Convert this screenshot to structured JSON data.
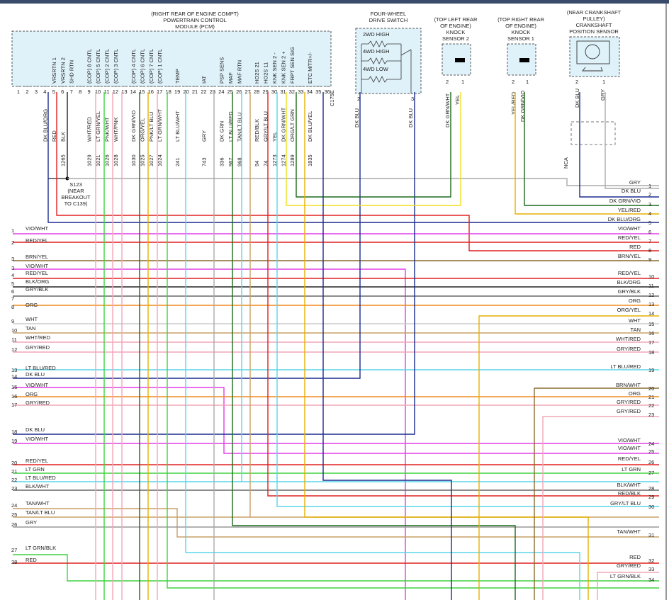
{
  "pcm": {
    "title_lines": [
      "(RIGHT REAR OF ENGINE COMPT)",
      "POWERTRAIN CONTROL",
      "MODULE (PCM)"
    ],
    "connector": "C175E",
    "pin_labels": [
      "VRSRTN 1",
      "VRSRTN 2",
      "SHD RTN",
      "(COP) 8 CNTL",
      "(COP) 5 CNTL",
      "(COP) 2 CNTL",
      "(COP) 3 CNTL",
      "(COP) 4 CNTL",
      "(COP) 6 CNTL",
      "(COP) 7 CNTL",
      "(COP) 1 CNTL",
      "TEMP",
      "IAT",
      "PSP SENS",
      "MAF",
      "MAF RTN",
      "HO2S 21",
      "HO2S 11",
      "KNK SEN 2 -",
      "KNK SEN 2 +",
      "FRPT SEN SIG",
      "ETC M/TR+/-"
    ],
    "pin_numbers": [
      "1",
      "2",
      "3",
      "4",
      "5",
      "6",
      "7",
      "8",
      "9",
      "10",
      "11",
      "12",
      "13",
      "14",
      "15",
      "16",
      "17",
      "18",
      "19",
      "20",
      "21",
      "22",
      "23",
      "24",
      "25",
      "26",
      "27",
      "28",
      "29",
      "30",
      "31",
      "32",
      "33",
      "34",
      "35",
      "36"
    ],
    "wire_colors": [
      "DK BLU/ORG",
      "RED",
      "BLK",
      "WHT/RED",
      "LT GRN/YEL",
      "PNK/WHT",
      "WHT/PNK",
      "DK GRN/VIO",
      "ORG/YEL",
      "PNK/LT BLU",
      "LT GRN/WHT",
      "LT BLU/WHT",
      "GRY",
      "DK GRN",
      "LT BLU/RED",
      "TAN/LT BLU",
      "RED/BLK",
      "GRY/LT BLU",
      "YEL",
      "DK GRN/WHT",
      "ORG/LT GRN",
      "DK BLU/YEL"
    ],
    "circuit_numbers": [
      "1265",
      "1029",
      "1021",
      "1026",
      "1028",
      "1030",
      "1025",
      "1027",
      "1024",
      "241",
      "743",
      "336",
      "967",
      "968",
      "94",
      "74",
      "1273",
      "1274",
      "1289",
      "1835"
    ]
  },
  "splice": {
    "id": "S123",
    "note_lines": [
      "(NEAR",
      "BREAKOUT",
      "TO C139)"
    ]
  },
  "four_wd": {
    "title_lines": [
      "FOUR-WHEEL",
      "DRIVE SWITCH"
    ],
    "positions": [
      "2WD HIGH",
      "4WD HIGH",
      "4WD LOW"
    ],
    "pins": [
      "2",
      "3"
    ],
    "wires": [
      "DK BLU",
      "DK BLU"
    ]
  },
  "knock2": {
    "title_lines": [
      "(TOP LEFT REAR",
      "OF ENGINE)",
      "KNOCK",
      "SENSOR 2"
    ],
    "pins": [
      "2",
      "1"
    ],
    "wires": [
      "DK GRN/WHT",
      "YEL"
    ]
  },
  "knock1": {
    "title_lines": [
      "(TOP RIGHT REAR",
      "OF ENGINE)",
      "KNOCK",
      "SENSOR 1"
    ],
    "pins": [
      "2",
      "1"
    ],
    "wires": [
      "YEL/RED",
      "DK GRN/VIO"
    ]
  },
  "ckp": {
    "title_lines": [
      "(NEAR CRANKSHAFT",
      "PULLEY)",
      "CRANKSHAFT",
      "POSITION SENSOR"
    ],
    "pins": [
      "2",
      "1"
    ],
    "wires": [
      "DK BLU",
      "GRY"
    ],
    "nca": "NCA"
  },
  "left_rows": [
    {
      "n": "1",
      "c": "VIO/WHT"
    },
    {
      "n": "2",
      "c": "RED/YEL"
    },
    {
      "n": "3",
      "c": "BRN/YEL"
    },
    {
      "n": "3",
      "c": "VIO/WHT"
    },
    {
      "n": "4",
      "c": "RED/YEL"
    },
    {
      "n": "5",
      "c": "BLK/ORG"
    },
    {
      "n": "6",
      "c": "GRY/BLK"
    },
    {
      "n": "7",
      "c": ""
    },
    {
      "n": "8",
      "c": "ORG"
    },
    {
      "n": "9",
      "c": "WHT"
    },
    {
      "n": "10",
      "c": "TAN"
    },
    {
      "n": "11",
      "c": "WHT/RED"
    },
    {
      "n": "12",
      "c": "GRY/RED"
    },
    {
      "n": "13",
      "c": "LT BLU/RED"
    },
    {
      "n": "14",
      "c": "DK BLU"
    },
    {
      "n": "15",
      "c": "VIO/WHT"
    },
    {
      "n": "16",
      "c": "ORG"
    },
    {
      "n": "17",
      "c": "GRY/RED"
    },
    {
      "n": "18",
      "c": "DK BLU"
    },
    {
      "n": "19",
      "c": "VIO/WHT"
    },
    {
      "n": "20",
      "c": "RED/YEL"
    },
    {
      "n": "21",
      "c": "LT GRN"
    },
    {
      "n": "22",
      "c": "LT BLU/RED"
    },
    {
      "n": "23",
      "c": "BLK/WHT"
    },
    {
      "n": "24",
      "c": "TAN/WHT"
    },
    {
      "n": "25",
      "c": "TAN/LT BLU"
    },
    {
      "n": "26",
      "c": "GRY"
    },
    {
      "n": "27",
      "c": "LT GRN/BLK"
    },
    {
      "n": "28",
      "c": "RED"
    }
  ],
  "right_rows": [
    {
      "n": "1",
      "c": "GRY"
    },
    {
      "n": "2",
      "c": "DK BLU"
    },
    {
      "n": "3",
      "c": "DK GRN/VIO"
    },
    {
      "n": "4",
      "c": "YEL/RED"
    },
    {
      "n": "5",
      "c": "DK BLU/ORG"
    },
    {
      "n": "6",
      "c": "VIO/WHT"
    },
    {
      "n": "7",
      "c": "RED/YEL"
    },
    {
      "n": "8",
      "c": "RED"
    },
    {
      "n": "9",
      "c": "BRN/YEL"
    },
    {
      "n": "10",
      "c": "RED/YEL"
    },
    {
      "n": "11",
      "c": "BLK/ORG"
    },
    {
      "n": "12",
      "c": "GRY/BLK"
    },
    {
      "n": "13",
      "c": "ORG"
    },
    {
      "n": "14",
      "c": "ORG/YEL"
    },
    {
      "n": "15",
      "c": "WHT"
    },
    {
      "n": "16",
      "c": "TAN"
    },
    {
      "n": "17",
      "c": "WHT/RED"
    },
    {
      "n": "18",
      "c": "GRY/RED"
    },
    {
      "n": "19",
      "c": "LT BLU/RED"
    },
    {
      "n": "20",
      "c": "BRN/WHT"
    },
    {
      "n": "21",
      "c": "ORG"
    },
    {
      "n": "22",
      "c": "GRY/RED"
    },
    {
      "n": "23",
      "c": "GRY/RED"
    },
    {
      "n": "24",
      "c": "VIO/WHT"
    },
    {
      "n": "25",
      "c": "VIO/WHT"
    },
    {
      "n": "26",
      "c": "RED/YEL"
    },
    {
      "n": "27",
      "c": "LT GRN"
    },
    {
      "n": "28",
      "c": "BLK/WHT"
    },
    {
      "n": "29",
      "c": "RED/BLK"
    },
    {
      "n": "30",
      "c": "GRY/LT BLU"
    },
    {
      "n": "31",
      "c": "TAN/WHT"
    },
    {
      "n": "32",
      "c": "RED"
    },
    {
      "n": "33",
      "c": "GRY/RED"
    },
    {
      "n": "34",
      "c": "LT GRN/BLK"
    }
  ],
  "colors": {
    "module_fill": "#dff2fa",
    "vio": "#e23de6",
    "red": "#e02020",
    "dkblu": "#1b2a8f",
    "ltgrn": "#3fd23f",
    "yel": "#f0e020",
    "org": "#f08a1e",
    "dkgrn": "#1a6b1a",
    "gry": "#aaaaaa",
    "ltblu": "#58d6e8",
    "pnk": "#f2a6b8",
    "tan": "#c8a066",
    "brn": "#8b6a2f",
    "blk": "#222222",
    "orgyel": "#e6b000"
  }
}
